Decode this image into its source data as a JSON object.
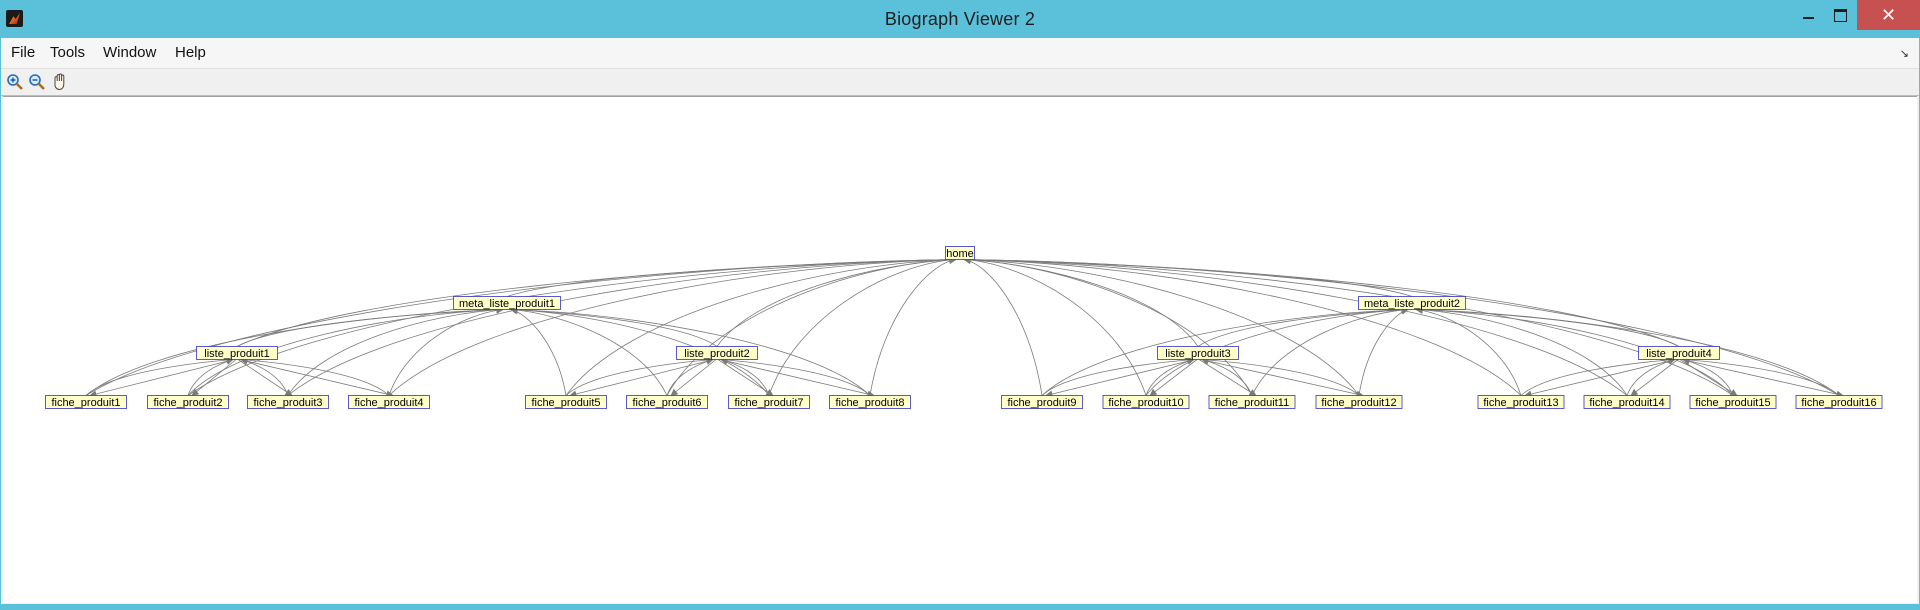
{
  "window": {
    "title": "Biograph Viewer 2",
    "controls": {
      "minimize": "minimize",
      "maximize": "maximize",
      "close": "close"
    }
  },
  "menu": {
    "items": [
      "File",
      "Tools",
      "Window",
      "Help"
    ],
    "dock_glyph": "↘"
  },
  "toolbar": {
    "tools": [
      {
        "name": "zoom-in-icon"
      },
      {
        "name": "zoom-out-icon"
      },
      {
        "name": "pan-hand-icon"
      }
    ]
  },
  "colors": {
    "titlebar": "#5bc0d9",
    "close_button": "#c75050",
    "node_fill": "#ffffc8",
    "node_border": "#3232c8",
    "edge": "#7a7a7a"
  },
  "graph": {
    "nodes": [
      {
        "id": "home",
        "label": "home"
      },
      {
        "id": "meta1",
        "label": "meta_liste_produit1"
      },
      {
        "id": "meta2",
        "label": "meta_liste_produit2"
      },
      {
        "id": "liste1",
        "label": "liste_produit1"
      },
      {
        "id": "liste2",
        "label": "liste_produit2"
      },
      {
        "id": "liste3",
        "label": "liste_produit3"
      },
      {
        "id": "liste4",
        "label": "liste_produit4"
      },
      {
        "id": "f1",
        "label": "fiche_produit1"
      },
      {
        "id": "f2",
        "label": "fiche_produit2"
      },
      {
        "id": "f3",
        "label": "fiche_produit3"
      },
      {
        "id": "f4",
        "label": "fiche_produit4"
      },
      {
        "id": "f5",
        "label": "fiche_produit5"
      },
      {
        "id": "f6",
        "label": "fiche_produit6"
      },
      {
        "id": "f7",
        "label": "fiche_produit7"
      },
      {
        "id": "f8",
        "label": "fiche_produit8"
      },
      {
        "id": "f9",
        "label": "fiche_produit9"
      },
      {
        "id": "f10",
        "label": "fiche_produit10"
      },
      {
        "id": "f11",
        "label": "fiche_produit11"
      },
      {
        "id": "f12",
        "label": "fiche_produit12"
      },
      {
        "id": "f13",
        "label": "fiche_produit13"
      },
      {
        "id": "f14",
        "label": "fiche_produit14"
      },
      {
        "id": "f15",
        "label": "fiche_produit15"
      },
      {
        "id": "f16",
        "label": "fiche_produit16"
      }
    ],
    "edges": [
      [
        "meta1",
        "home"
      ],
      [
        "meta2",
        "home"
      ],
      [
        "liste1",
        "meta1"
      ],
      [
        "liste2",
        "meta1"
      ],
      [
        "liste3",
        "meta2"
      ],
      [
        "liste4",
        "meta2"
      ],
      [
        "liste1",
        "home"
      ],
      [
        "liste2",
        "home"
      ],
      [
        "liste3",
        "home"
      ],
      [
        "liste4",
        "home"
      ],
      [
        "f1",
        "liste1"
      ],
      [
        "f2",
        "liste1"
      ],
      [
        "f3",
        "liste1"
      ],
      [
        "f4",
        "liste1"
      ],
      [
        "f5",
        "liste2"
      ],
      [
        "f6",
        "liste2"
      ],
      [
        "f7",
        "liste2"
      ],
      [
        "f8",
        "liste2"
      ],
      [
        "f9",
        "liste3"
      ],
      [
        "f10",
        "liste3"
      ],
      [
        "f11",
        "liste3"
      ],
      [
        "f12",
        "liste3"
      ],
      [
        "f13",
        "liste4"
      ],
      [
        "f14",
        "liste4"
      ],
      [
        "f15",
        "liste4"
      ],
      [
        "f16",
        "liste4"
      ],
      [
        "f1",
        "meta1"
      ],
      [
        "f2",
        "meta1"
      ],
      [
        "f3",
        "meta1"
      ],
      [
        "f4",
        "meta1"
      ],
      [
        "f5",
        "meta1"
      ],
      [
        "f6",
        "meta1"
      ],
      [
        "f7",
        "meta1"
      ],
      [
        "f8",
        "meta1"
      ],
      [
        "f9",
        "meta2"
      ],
      [
        "f10",
        "meta2"
      ],
      [
        "f11",
        "meta2"
      ],
      [
        "f12",
        "meta2"
      ],
      [
        "f13",
        "meta2"
      ],
      [
        "f14",
        "meta2"
      ],
      [
        "f15",
        "meta2"
      ],
      [
        "f16",
        "meta2"
      ],
      [
        "f1",
        "home"
      ],
      [
        "f2",
        "home"
      ],
      [
        "f3",
        "home"
      ],
      [
        "f4",
        "home"
      ],
      [
        "f5",
        "home"
      ],
      [
        "f6",
        "home"
      ],
      [
        "f7",
        "home"
      ],
      [
        "f8",
        "home"
      ],
      [
        "f9",
        "home"
      ],
      [
        "f10",
        "home"
      ],
      [
        "f11",
        "home"
      ],
      [
        "f12",
        "home"
      ],
      [
        "f13",
        "home"
      ],
      [
        "f14",
        "home"
      ],
      [
        "f15",
        "home"
      ],
      [
        "f16",
        "home"
      ],
      [
        "liste1",
        "f1"
      ],
      [
        "liste1",
        "f2"
      ],
      [
        "liste1",
        "f3"
      ],
      [
        "liste1",
        "f4"
      ],
      [
        "liste2",
        "f5"
      ],
      [
        "liste2",
        "f6"
      ],
      [
        "liste2",
        "f7"
      ],
      [
        "liste2",
        "f8"
      ],
      [
        "liste3",
        "f9"
      ],
      [
        "liste3",
        "f10"
      ],
      [
        "liste3",
        "f11"
      ],
      [
        "liste3",
        "f12"
      ],
      [
        "liste4",
        "f13"
      ],
      [
        "liste4",
        "f14"
      ],
      [
        "liste4",
        "f15"
      ],
      [
        "liste4",
        "f16"
      ]
    ]
  }
}
